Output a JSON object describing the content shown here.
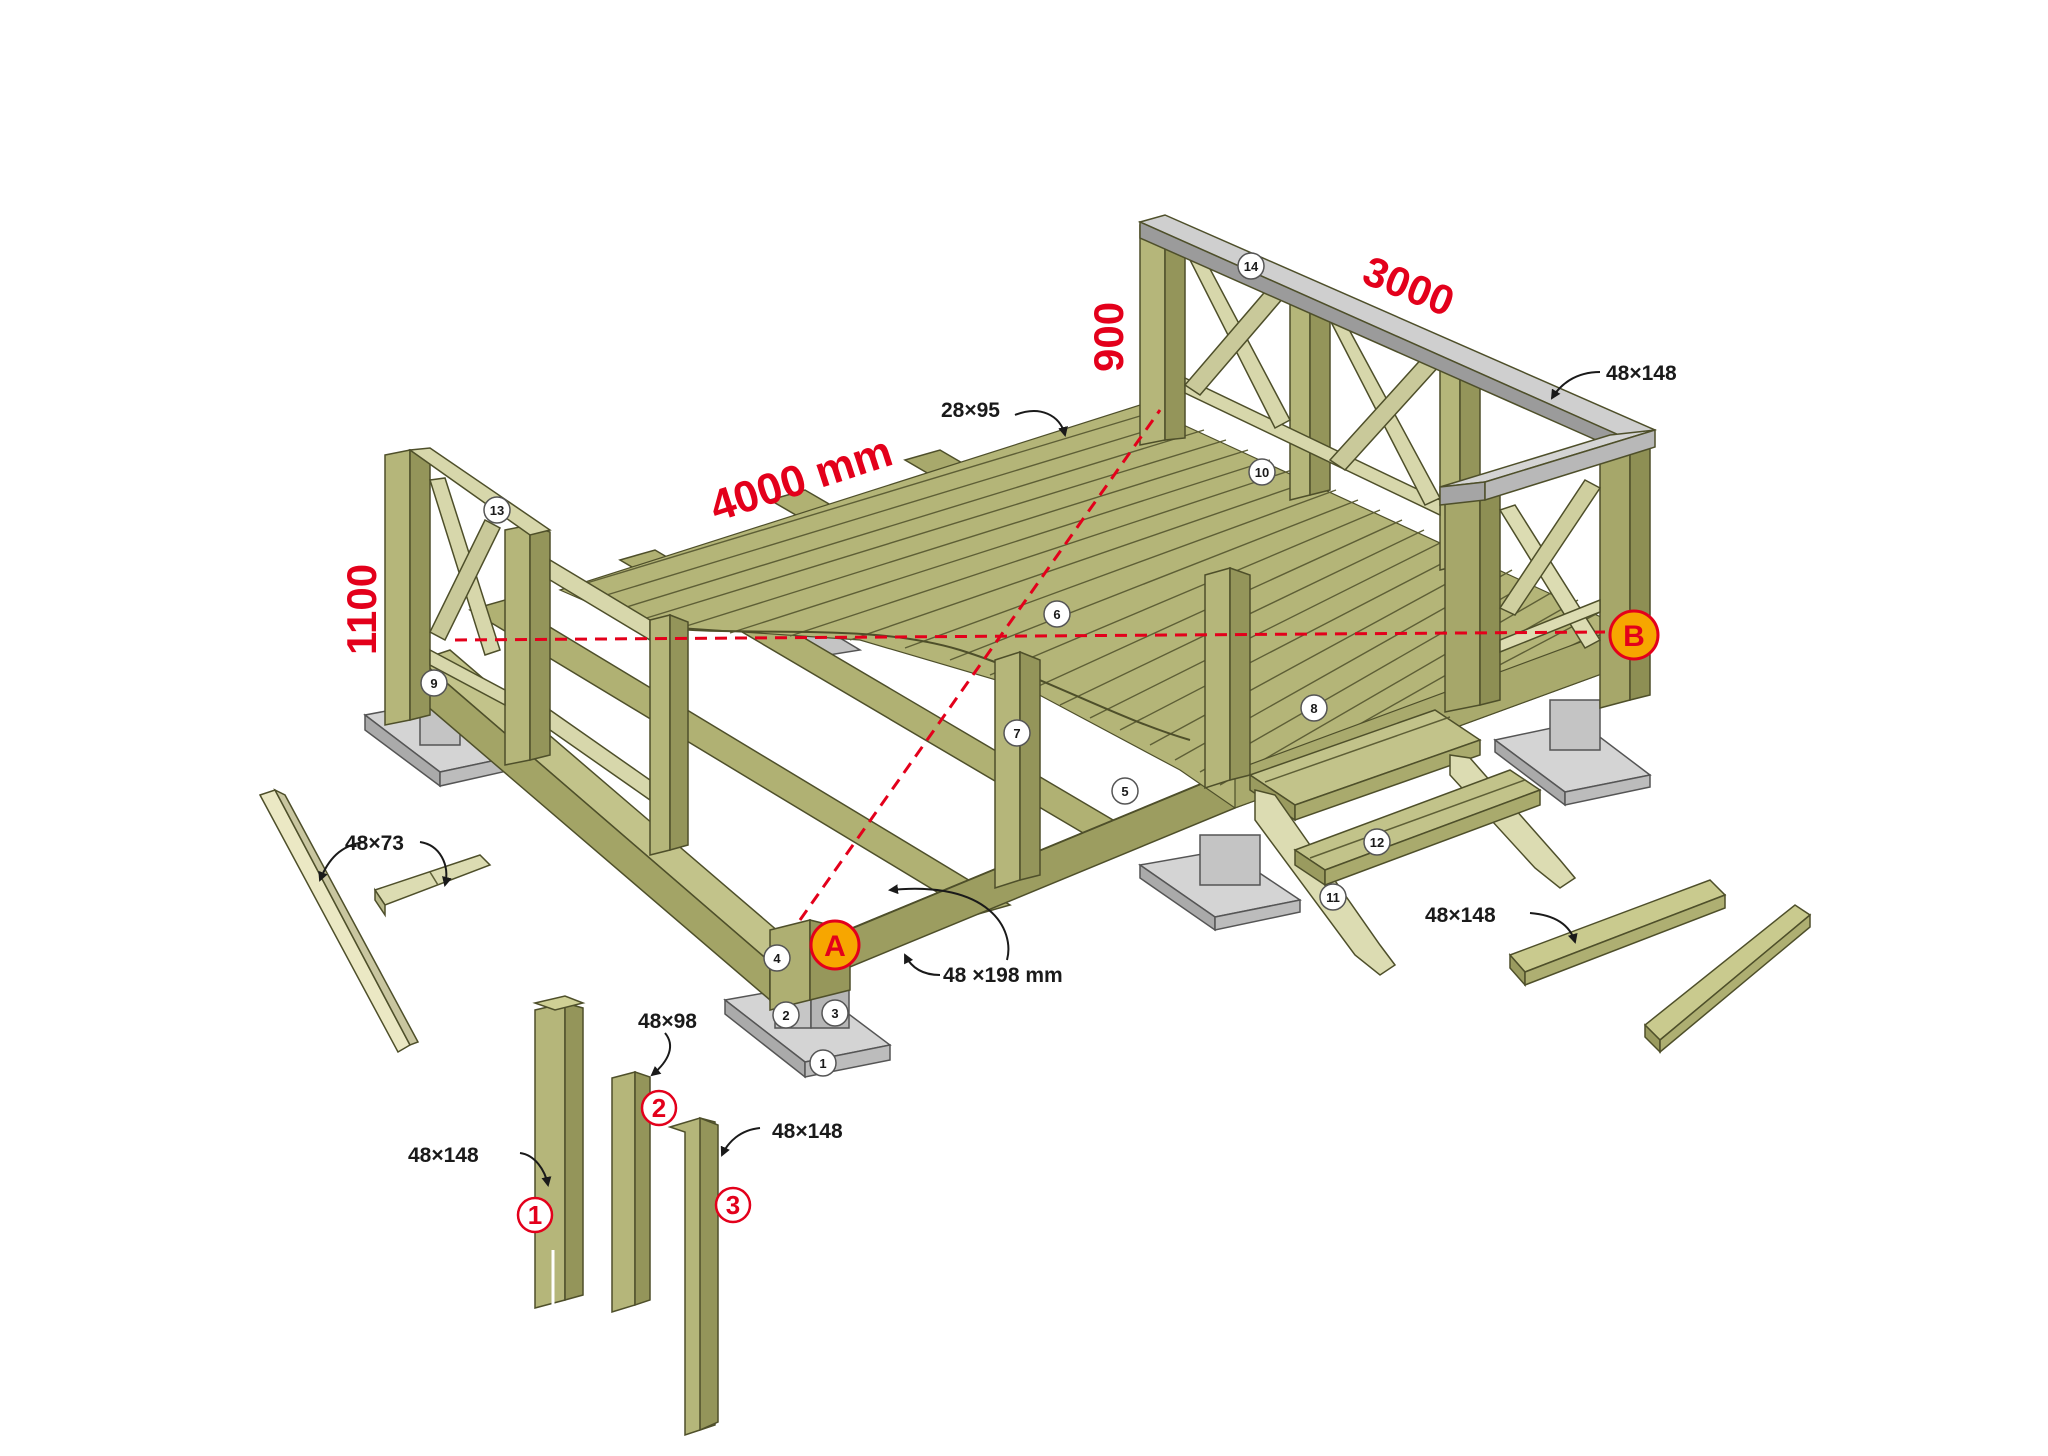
{
  "dimensions": {
    "length": "4000 mm",
    "depth": "3000",
    "left_height": "1100",
    "rail_height": "900"
  },
  "board_sizes": {
    "decking": "28×95",
    "top_rail": "48×148",
    "beam": "48 ×198 mm",
    "cross_brace": "48×73",
    "step": "48×148",
    "post_1": "48×148",
    "post_2": "48×98",
    "post_3": "48×148"
  },
  "points": {
    "a": "A",
    "b": "B"
  },
  "callouts": {
    "c1": "1",
    "c2": "2",
    "c3": "3",
    "c4": "4",
    "c5": "5",
    "c6": "6",
    "c7": "7",
    "c8": "8",
    "c9": "9",
    "c10": "10",
    "c11": "11",
    "c12": "12",
    "c13": "13",
    "c14": "14"
  },
  "post_labels": {
    "p1": "1",
    "p2": "2",
    "p3": "3"
  },
  "colors": {
    "wood": "#a7a86a",
    "wood_light": "#c8c993",
    "wood_dark": "#7b7c45",
    "wood_pale": "#ebe8c4",
    "concrete": "#c9c9c9",
    "accent": "#e3001b",
    "marker_fill": "#f7a600"
  }
}
